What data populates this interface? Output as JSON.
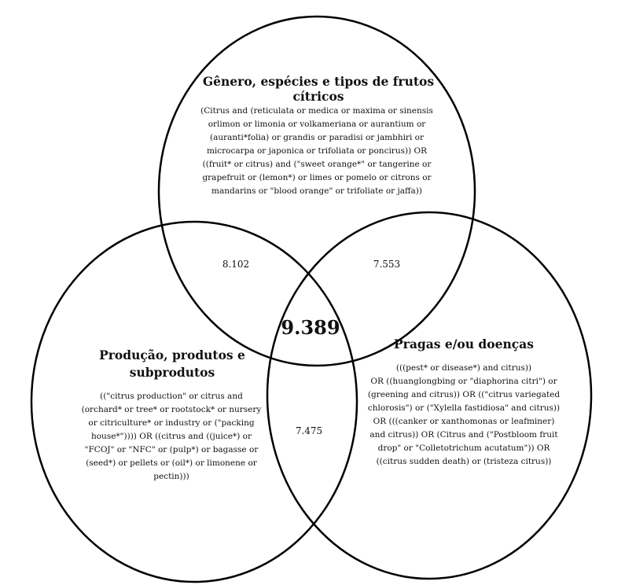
{
  "sets": {
    "top": {
      "title": "Gênero, espécies e tipos de frutos cítricos",
      "query_lines": [
        "(Citrus and (reticulata or medica or maxima or sinensis",
        "orlimon or limonia or volkameriana or aurantium or",
        "(auranti*folia) or grandis or paradisi or jambhiri or",
        "microcarpa or japonica or trifoliata or poncirus))  OR",
        "((fruit* or citrus) and (\"sweet orange*\" or tangerine or",
        "grapefruit or (lemon*) or limes or pomelo or citrons or",
        "mandarins or \"blood orange\" or trifoliate or jaffa))"
      ]
    },
    "left": {
      "title_lines": [
        "Produção, produtos e",
        "subprodutos"
      ],
      "query_lines": [
        "((\"citrus production\" or citrus and",
        "(orchard* or tree* or rootstock* or nursery",
        "or citriculture* or industry or (\"packing",
        "house*\")))) OR ((citrus and ((juice*) or",
        "\"FCOJ\" or \"NFC\" or (pulp*) or bagasse or",
        "(seed*) or pellets or (oil*) or limonene or",
        "pectin)))"
      ]
    },
    "right": {
      "title": "Pragas e/ou doenças",
      "query_lines": [
        "(((pest* or disease*) and citrus))",
        "OR ((huanglongbing or \"diaphorina citri\") or",
        "(greening and citrus)) OR ((\"citrus variegated",
        "chlorosis\") or (\"Xylella fastidiosa\" and citrus))",
        "OR (((canker or xanthomonas or leafminer)",
        "and citrus)) OR (Citrus and (\"Postbloom fruit",
        "drop\" or \"Colletotrichum acutatum\")) OR",
        "((citrus sudden death) or (tristeza citrus))"
      ]
    }
  },
  "intersections": {
    "top_left": "8.102",
    "top_right": "7.553",
    "left_right": "7.475",
    "all_three": "9.389"
  }
}
